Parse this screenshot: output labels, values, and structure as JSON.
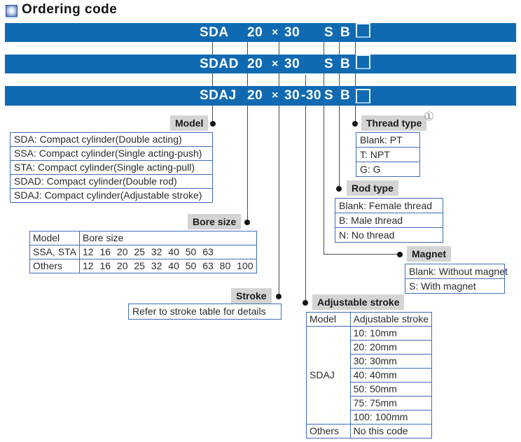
{
  "title": "Ordering code",
  "bars": [
    {
      "model": "SDA",
      "bore": "20",
      "times": "×",
      "stroke": "30",
      "adj": "",
      "magnet": "S",
      "rod": "B"
    },
    {
      "model": "SDAD",
      "bore": "20",
      "times": "×",
      "stroke": "30",
      "adj": "",
      "magnet": "S",
      "rod": "B"
    },
    {
      "model": "SDAJ",
      "bore": "20",
      "times": "×",
      "stroke": "30",
      "adj": "-30",
      "magnet": "S",
      "rod": "B"
    }
  ],
  "labels": {
    "model": "Model",
    "bore": "Bore size",
    "stroke": "Stroke",
    "adjustable": "Adjustable stroke",
    "magnet": "Magnet",
    "rod": "Rod type",
    "thread": "Thread type",
    "thread_note": "①"
  },
  "model_list": [
    "SDA: Compact cylinder(Double acting)",
    "SSA: Compact cylinder(Single acting-push)",
    "STA: Compact cylinder(Single acting-pull)",
    "SDAD: Compact cylinder(Double rod)",
    "SDAJ: Compact cylinder(Adjustable stroke)"
  ],
  "bore_table": {
    "headers": [
      "Model",
      "Bore size"
    ],
    "rows": [
      [
        "SSA, STA",
        "12 16 20 25 32 40 50 63"
      ],
      [
        "Others",
        "12 16 20 25 32 40 50 63 80 100"
      ]
    ]
  },
  "stroke_note": "Refer to stroke table for details",
  "adj_table": {
    "headers": [
      "Model",
      "Adjustable stroke"
    ],
    "model": "SDAJ",
    "strokes": [
      "10: 10mm",
      "20: 20mm",
      "30: 30mm",
      "40: 40mm",
      "50: 50mm",
      "75: 75mm",
      "100: 100mm"
    ],
    "others_label": "Others",
    "others_value": "No this code"
  },
  "thread_list": [
    "Blank: PT",
    "T: NPT",
    "G: G"
  ],
  "rod_list": [
    "Blank: Female thread",
    "B: Male thread",
    "N: No thread"
  ],
  "magnet_list": [
    "Blank: Without magnet",
    "S: With magnet"
  ],
  "colors": {
    "bar_blue": "#0f6ab2",
    "table_border_blue": "#3e6db8",
    "label_gray": "#d4d4d4",
    "line_gray": "#4c4c4c"
  }
}
